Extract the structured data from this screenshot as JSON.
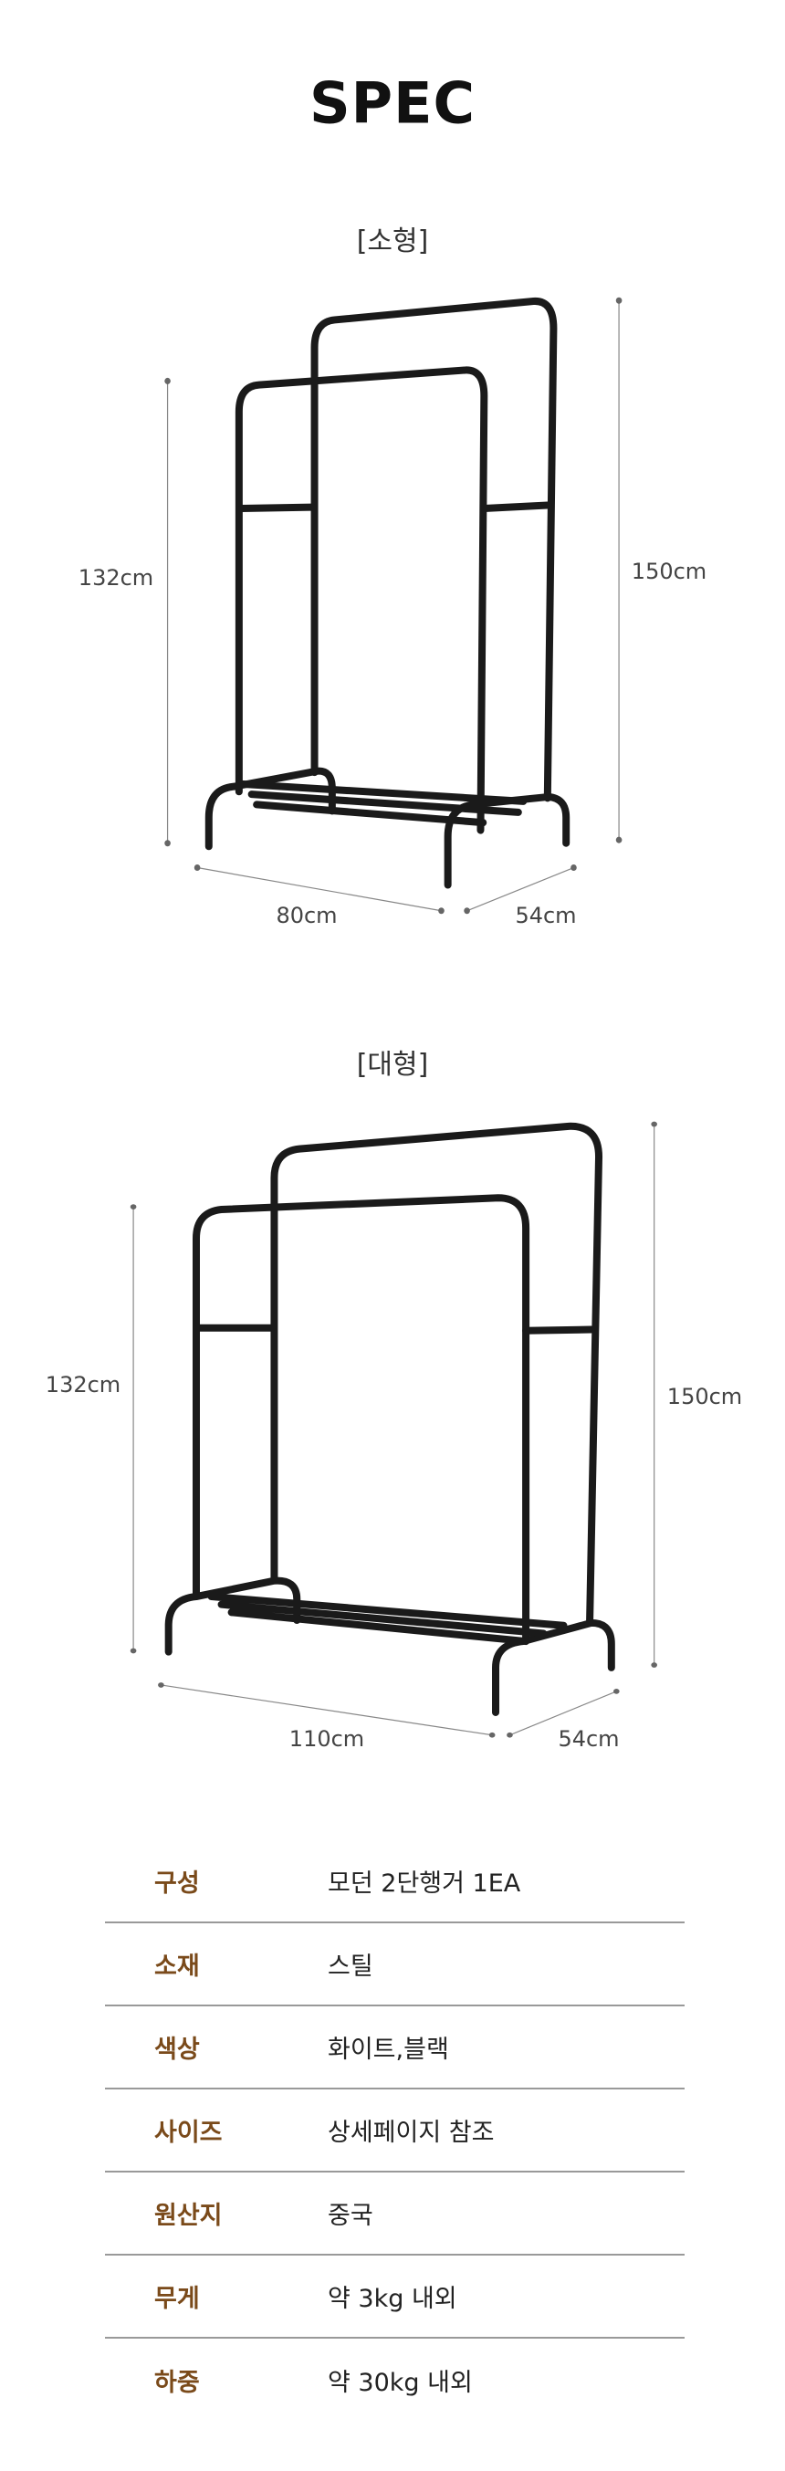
{
  "title": "SPEC",
  "small": {
    "label": "[소형]",
    "height_front": "132cm",
    "height_back": "150cm",
    "width": "80cm",
    "depth": "54cm"
  },
  "large": {
    "label": "[대형]",
    "height_front": "132cm",
    "height_back": "150cm",
    "width": "110cm",
    "depth": "54cm"
  },
  "spec_table": [
    {
      "label": "구성",
      "value": "모던 2단행거 1EA"
    },
    {
      "label": "소재",
      "value": "스틸"
    },
    {
      "label": "색상",
      "value": "화이트,블랙"
    },
    {
      "label": "사이즈",
      "value": "상세페이지 참조"
    },
    {
      "label": "원산지",
      "value": "중국"
    },
    {
      "label": "무게",
      "value": "약 3kg 내외"
    },
    {
      "label": "하중",
      "value": "약 30kg 내외"
    }
  ],
  "colors": {
    "label": "#7a4a1a",
    "divider": "#999999",
    "frame": "#1a1a1a"
  }
}
